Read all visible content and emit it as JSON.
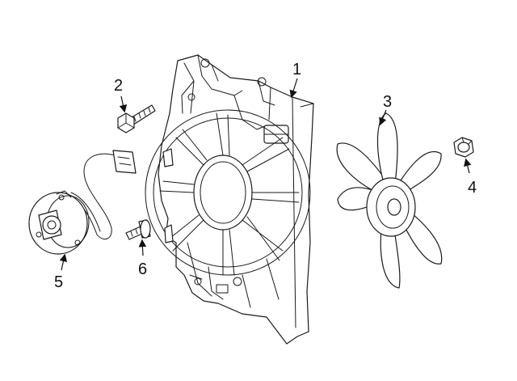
{
  "diagram": {
    "callouts": [
      {
        "id": "1",
        "label": "1"
      },
      {
        "id": "2",
        "label": "2"
      },
      {
        "id": "3",
        "label": "3"
      },
      {
        "id": "4",
        "label": "4"
      },
      {
        "id": "5",
        "label": "5"
      },
      {
        "id": "6",
        "label": "6"
      }
    ],
    "parts": [
      {
        "callout": "1",
        "icon": "fan-shroud-icon"
      },
      {
        "callout": "2",
        "icon": "bolt-icon"
      },
      {
        "callout": "3",
        "icon": "fan-blade-icon"
      },
      {
        "callout": "4",
        "icon": "nut-icon"
      },
      {
        "callout": "5",
        "icon": "fan-motor-icon"
      },
      {
        "callout": "6",
        "icon": "screw-icon"
      }
    ],
    "colors": {
      "line": "#1a1a1a",
      "background": "#ffffff"
    }
  }
}
